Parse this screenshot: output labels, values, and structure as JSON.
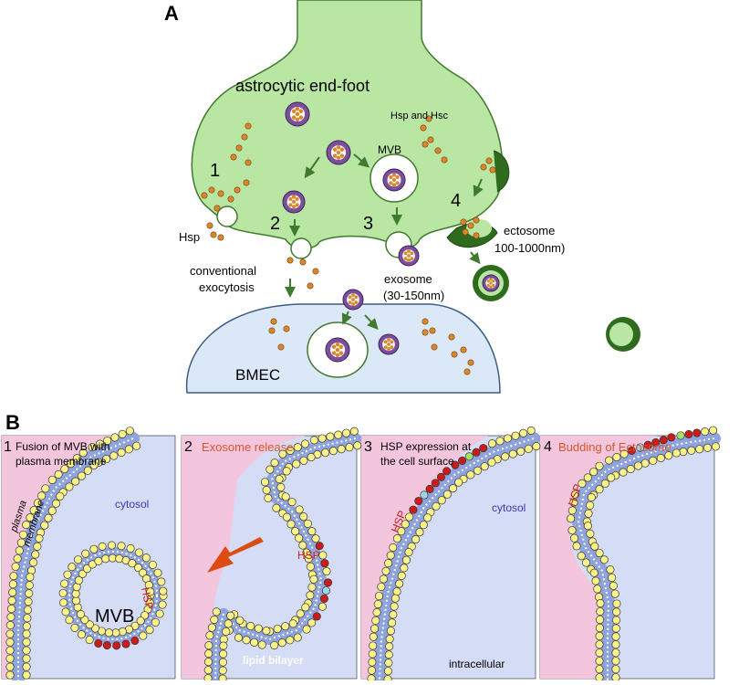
{
  "panel_a": {
    "letter": "A",
    "endfoot_label": "astrocytic end-foot",
    "hsp_hsc_label": "Hsp and Hsc",
    "mvb_label": "MVB",
    "step_1": "1",
    "step_2": "2",
    "step_3": "3",
    "step_4": "4",
    "hsp_label": "Hsp",
    "conventional_label": "conventional",
    "exocytosis_label": "exocytosis",
    "exosome_label": "exosome",
    "exosome_size": "(30-150nm)",
    "ectosome_label": "ectosome",
    "ectosome_size": "100-1000nm)",
    "bmec_label": "BMEC"
  },
  "panel_b": {
    "letter": "B",
    "sub1": {
      "num": "1",
      "title_line1": "Fusion of MVB with",
      "title_line2": "plasma membrane",
      "cytosol": "cytosol",
      "plasma": "plasma",
      "membrane": "membrane",
      "hsp": "HSP",
      "mvb": "MVB"
    },
    "sub2": {
      "num": "2",
      "title": "Exosome release",
      "hsp": "HSP",
      "lipid": "lipid bilayer"
    },
    "sub3": {
      "num": "3",
      "title_line1": "HSP expression at",
      "title_line2": "the cell surface",
      "hsp": "HSP",
      "cytosol": "cytosol",
      "intracellular": "intracellular"
    },
    "sub4": {
      "num": "4",
      "title": "Budding of Ectosome",
      "hsp": "HSP"
    }
  },
  "colors": {
    "endfoot_fill": "#b9e6a3",
    "endfoot_stroke": "#3f7a2d",
    "bmec_fill": "#dbe8f8",
    "vesicle_purple": "#7b4f9b",
    "particle_orange": "#d8882b",
    "arrow_green": "#3f7a2d",
    "ectosome_green": "#2f6b1e",
    "panel_pink": "#f3c6de",
    "panel_blue": "#d4dcf6",
    "membrane_yellow": "#fbf28a",
    "hsp_red": "#cc1b1b",
    "title_orange": "#d9562b",
    "cytosol_blue": "#3a3ab0",
    "big_arrow": "#de4a14"
  }
}
